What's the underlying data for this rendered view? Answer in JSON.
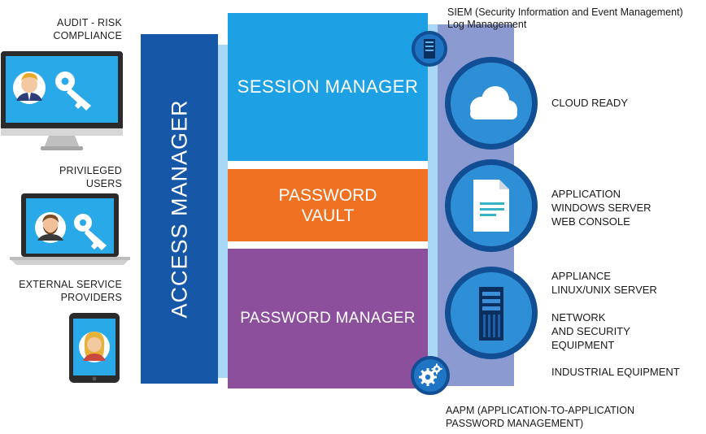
{
  "users": [
    {
      "label": "AUDIT - RISK\nCOMPLIANCE",
      "device": "desktop-monitor",
      "icon": "key-icon"
    },
    {
      "label": "PRIVILEGED\nUSERS",
      "device": "laptop",
      "icon": "key-icon"
    },
    {
      "label": "EXTERNAL SERVICE\nPROVIDERS",
      "device": "tablet"
    }
  ],
  "access_manager": {
    "label": "ACCESS MANAGER"
  },
  "blocks": {
    "session": "SESSION MANAGER",
    "vault": "PASSWORD\nVAULT",
    "password_manager": "PASSWORD MANAGER"
  },
  "siem": {
    "label": "SIEM (Security Information and Event Management)\nLog Management",
    "icon": "server-icon"
  },
  "aapm": {
    "label": "AAPM (APPLICATION-TO-APPLICATION\nPASSWORD MANAGEMENT)",
    "icon": "gear-icon"
  },
  "targets": [
    {
      "label": "CLOUD READY",
      "icon": "cloud-icon"
    },
    {
      "label": "APPLICATION\nWINDOWS SERVER\nWEB CONSOLE",
      "icon": "document-icon"
    },
    {
      "label": "APPLIANCE\nLINUX/UNIX SERVER",
      "icon": "server-rack-icon"
    },
    {
      "label": "NETWORK\nAND SECURITY\nEQUIPMENT"
    },
    {
      "label": "INDUSTRIAL EQUIPMENT"
    }
  ],
  "colors": {
    "access_manager": "#1657a8",
    "session_manager": "#1da1e4",
    "password_vault": "#f07121",
    "password_manager": "#8b4f9c",
    "bus": "#8b9bd1",
    "connector": "#a8d8f5",
    "circle_ring": "#124e93",
    "circle_fill": "#2f8fd6"
  }
}
